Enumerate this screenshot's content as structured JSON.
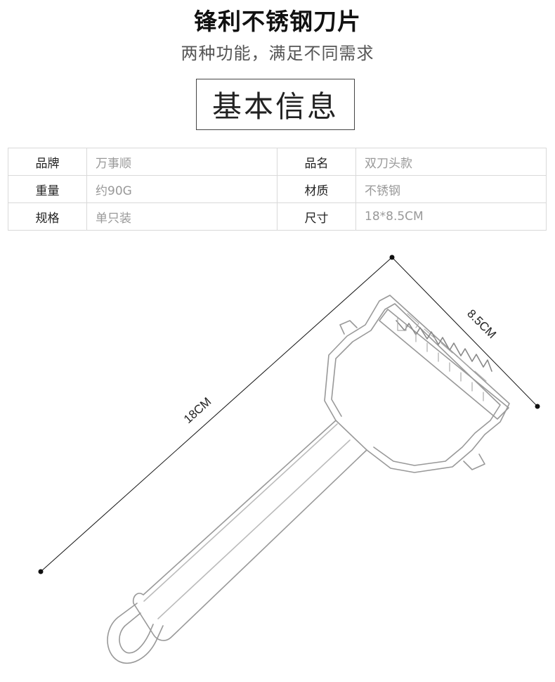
{
  "header": {
    "title": "锋利不锈钢刀片",
    "subtitle": "两种功能，满足不同需求"
  },
  "section": {
    "label": "基本信息"
  },
  "specs": {
    "rows": [
      [
        {
          "key": "品牌",
          "value": "万事顺"
        },
        {
          "key": "品名",
          "value": "双刀头款"
        }
      ],
      [
        {
          "key": "重量",
          "value": "约90G"
        },
        {
          "key": "材质",
          "value": "不锈钢"
        }
      ],
      [
        {
          "key": "规格",
          "value": "单只装"
        },
        {
          "key": "尺寸",
          "value": "18*8.5CM"
        }
      ]
    ]
  },
  "dimensions": {
    "length_label": "18CM",
    "width_label": "8.5CM"
  }
}
